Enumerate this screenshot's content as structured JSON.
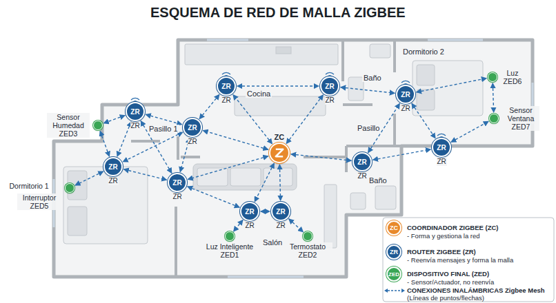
{
  "diagram": {
    "title": "ESQUEMA DE RED DE MALLA ZIGBEE",
    "nodes": [
      {
        "text": [
          "ZC"
        ]
      },
      {
        "text": [
          "ZR",
          "ZR"
        ]
      },
      {
        "text": [
          "ZR",
          "ZR"
        ]
      },
      {
        "text": [
          "ZR",
          "ZR"
        ]
      },
      {
        "text": [
          "ZR",
          "ZR"
        ]
      },
      {
        "text": [
          "ZR",
          "ZR"
        ]
      },
      {
        "text": [
          "ZR",
          "ZR"
        ]
      },
      {
        "text": [
          "ZR",
          "ZR"
        ]
      },
      {
        "text": [
          "ZR",
          "ZR"
        ]
      },
      {
        "text": [
          "ZR",
          "ZR"
        ]
      },
      {
        "text": [
          "ZR",
          "ZR"
        ]
      },
      {
        "text": [
          "ZR",
          "ZR"
        ]
      },
      {
        "text": [
          "Sensor Humedad ZED3"
        ]
      },
      {
        "text": [
          "Interruptor ZED5"
        ]
      },
      {
        "text": [
          "Luz Inteligente ZED1"
        ]
      },
      {
        "text": [
          "Termostato ZED2"
        ]
      },
      {
        "text": [
          "Luz ZED6"
        ]
      },
      {
        "text": [
          "Sensor Ventana ZED7"
        ]
      }
    ],
    "edges": [
      {
        "from": 0,
        "to": 1,
        "arrow": "both"
      },
      {
        "from": 0,
        "to": 2,
        "arrow": "both"
      },
      {
        "from": 0,
        "to": 4,
        "arrow": "both"
      },
      {
        "from": 0,
        "to": 6,
        "arrow": "both"
      },
      {
        "from": 0,
        "to": 7,
        "arrow": "both"
      },
      {
        "from": 0,
        "to": 8,
        "arrow": "both"
      },
      {
        "from": 0,
        "to": 9,
        "arrow": "both"
      },
      {
        "from": 1,
        "to": 2,
        "arrow": "both"
      },
      {
        "from": 1,
        "to": 4,
        "arrow": "both"
      },
      {
        "from": 3,
        "to": 4,
        "arrow": "both"
      },
      {
        "from": 3,
        "to": 5,
        "arrow": "both"
      },
      {
        "from": 3,
        "to": 6,
        "arrow": "both"
      },
      {
        "from": 3,
        "to": 12,
        "arrow": "both"
      },
      {
        "from": 4,
        "to": 5,
        "arrow": "both"
      },
      {
        "from": 4,
        "to": 6,
        "arrow": "both"
      },
      {
        "from": 5,
        "to": 6,
        "arrow": "both"
      },
      {
        "from": 5,
        "to": 12,
        "arrow": "both"
      },
      {
        "from": 5,
        "to": 13,
        "arrow": "both"
      },
      {
        "from": 6,
        "to": 7,
        "arrow": "both"
      },
      {
        "from": 7,
        "to": 8,
        "arrow": "both"
      },
      {
        "from": 7,
        "to": 14,
        "arrow": "both"
      },
      {
        "from": 8,
        "to": 15,
        "arrow": "both"
      },
      {
        "from": 2,
        "to": 10,
        "arrow": "both"
      },
      {
        "from": 9,
        "to": 10,
        "arrow": "both"
      },
      {
        "from": 9,
        "to": 11,
        "arrow": "both"
      },
      {
        "from": 10,
        "to": 11,
        "arrow": "both"
      },
      {
        "from": 10,
        "to": 16,
        "arrow": "both"
      },
      {
        "from": 11,
        "to": 17,
        "arrow": "both"
      },
      {
        "from": 16,
        "to": 17,
        "arrow": "both"
      }
    ],
    "labels": [
      "Cocina",
      "Baño",
      "Dormitorio 2",
      "Pasillo 1",
      "Pasillo",
      "Baño",
      "Salón",
      "Dormitorio 1",
      "ZC",
      "ZR",
      "ZED",
      "- Forma y gestiona la red",
      "- Reenvía mensajes y forma la malla",
      "- Sensor/Actuador, no reenvía",
      "(Líneas de puntos/flechas)"
    ],
    "legend": [
      {
        "text": "COORDINADOR ZIGBEE (ZC)",
        "color": "#e8892b"
      },
      {
        "text": "ROUTER ZIGBEE (ZR)",
        "color": "#1f5a94"
      },
      {
        "text": "DISPOSITIVO FINAL (ZED)",
        "color": "#3aa655"
      },
      {
        "text": "CONEXIONES INALÁMBRICAS Zigbee Mesh"
      }
    ]
  }
}
